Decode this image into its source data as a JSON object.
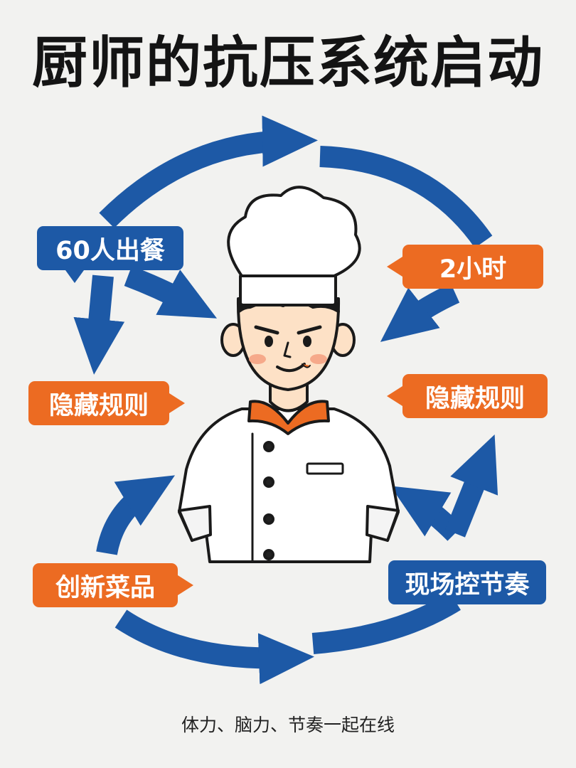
{
  "title": "厨师的抗压系统启动",
  "footer": "体力、脑力、节奏一起在线",
  "colors": {
    "blue": "#1d59a6",
    "orange": "#ec6b22",
    "background": "#f2f2f0"
  },
  "center_figure": "chef-illustration",
  "nodes": [
    {
      "id": "n1",
      "text": "60人出餐",
      "color": "blue"
    },
    {
      "id": "n2",
      "text": "2小时",
      "color": "orange"
    },
    {
      "id": "n3",
      "text": "隐藏规则",
      "color": "orange"
    },
    {
      "id": "n4",
      "text": "隐藏规则",
      "color": "orange"
    },
    {
      "id": "n5",
      "text": "创新菜品",
      "color": "orange"
    },
    {
      "id": "n6",
      "text": "现场控节奏",
      "color": "blue"
    }
  ]
}
